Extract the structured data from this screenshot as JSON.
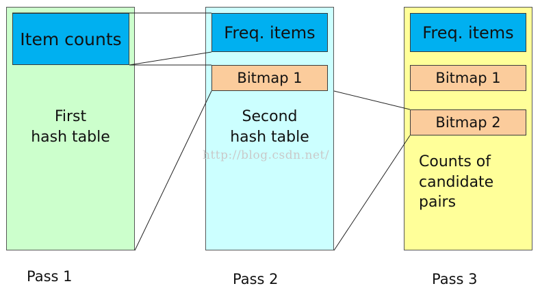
{
  "colors": {
    "pass1_bg": "#ccffcc",
    "pass2_bg": "#ccffff",
    "pass3_bg": "#ffff99",
    "blue_cell": "#00b0f0",
    "bitmap_cell": "#fbcc9c"
  },
  "pass1": {
    "item_counts": "Item counts",
    "hash_table": "First\nhash table",
    "label": "Pass 1"
  },
  "pass2": {
    "freq_items": "Freq. items",
    "bitmap1": "Bitmap 1",
    "hash_table": "Second\nhash table",
    "label": "Pass 2"
  },
  "pass3": {
    "freq_items": "Freq. items",
    "bitmap1": "Bitmap 1",
    "bitmap2": "Bitmap 2",
    "counts": "Counts of\ncandidate\n pairs",
    "label": "Pass 3"
  },
  "watermark": "http://blog.csdn.net/"
}
